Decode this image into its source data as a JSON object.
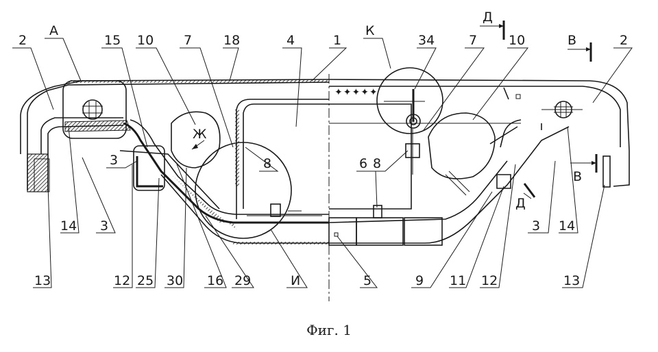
{
  "caption": "Фиг. 1",
  "labels": [
    {
      "id": "l-2-left",
      "text": "2"
    },
    {
      "id": "l-A",
      "text": "А"
    },
    {
      "id": "l-15",
      "text": "15"
    },
    {
      "id": "l-10-left",
      "text": "10"
    },
    {
      "id": "l-7-left",
      "text": "7"
    },
    {
      "id": "l-18",
      "text": "18"
    },
    {
      "id": "l-4",
      "text": "4"
    },
    {
      "id": "l-1",
      "text": "1"
    },
    {
      "id": "l-K",
      "text": "К"
    },
    {
      "id": "l-34",
      "text": "34"
    },
    {
      "id": "l-7-right",
      "text": "7"
    },
    {
      "id": "l-10-right",
      "text": "10"
    },
    {
      "id": "l-V-top",
      "text": "В"
    },
    {
      "id": "l-2-right",
      "text": "2"
    },
    {
      "id": "l-D-top",
      "text": "Д"
    },
    {
      "id": "l-3-mid",
      "text": "3"
    },
    {
      "id": "l-Zh",
      "text": "Ж"
    },
    {
      "id": "l-8-left",
      "text": "8"
    },
    {
      "id": "l-6",
      "text": "6"
    },
    {
      "id": "l-8-right",
      "text": "8"
    },
    {
      "id": "l-V-bottom",
      "text": "В"
    },
    {
      "id": "l-D-bottom",
      "text": "Д"
    },
    {
      "id": "l-14-left",
      "text": "14"
    },
    {
      "id": "l-3-left",
      "text": "3"
    },
    {
      "id": "l-3-right",
      "text": "3"
    },
    {
      "id": "l-14-right",
      "text": "14"
    },
    {
      "id": "l-13-left",
      "text": "13"
    },
    {
      "id": "l-12-left",
      "text": "12"
    },
    {
      "id": "l-25",
      "text": "25"
    },
    {
      "id": "l-30",
      "text": "30"
    },
    {
      "id": "l-16",
      "text": "16"
    },
    {
      "id": "l-29",
      "text": "29"
    },
    {
      "id": "l-I",
      "text": "И"
    },
    {
      "id": "l-5",
      "text": "5"
    },
    {
      "id": "l-9",
      "text": "9"
    },
    {
      "id": "l-11",
      "text": "11"
    },
    {
      "id": "l-12-right",
      "text": "12"
    },
    {
      "id": "l-13-right",
      "text": "13"
    }
  ]
}
